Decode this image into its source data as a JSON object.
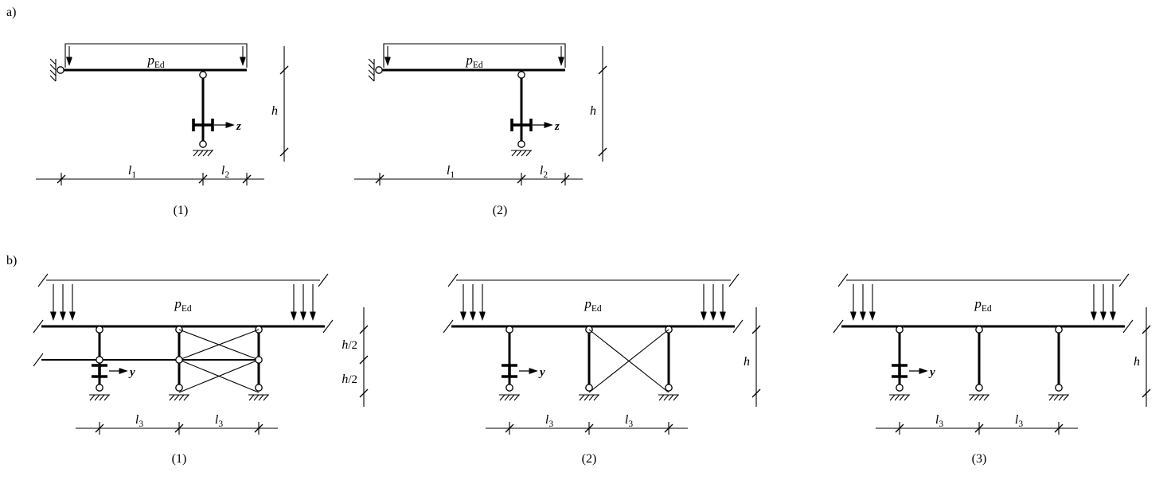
{
  "colors": {
    "ink": "#000000",
    "background": "#ffffff"
  },
  "figure": {
    "row_a": {
      "label": "a)",
      "load": {
        "symbol": "p",
        "subscript": "Ed"
      },
      "axis": "z",
      "dims": {
        "height": "h",
        "l": "l",
        "sub1": "1",
        "sub2": "2"
      },
      "diagrams": [
        {
          "caption": "(1)"
        },
        {
          "caption": "(2)"
        }
      ]
    },
    "row_b": {
      "label": "b)",
      "load": {
        "symbol": "p",
        "subscript": "Ed"
      },
      "axis": "y",
      "dims": {
        "height": "h",
        "half_suffix": "/2",
        "l": "l",
        "sub3": "3"
      },
      "diagrams": [
        {
          "caption": "(1)"
        },
        {
          "caption": "(2)"
        },
        {
          "caption": "(3)"
        }
      ]
    }
  }
}
